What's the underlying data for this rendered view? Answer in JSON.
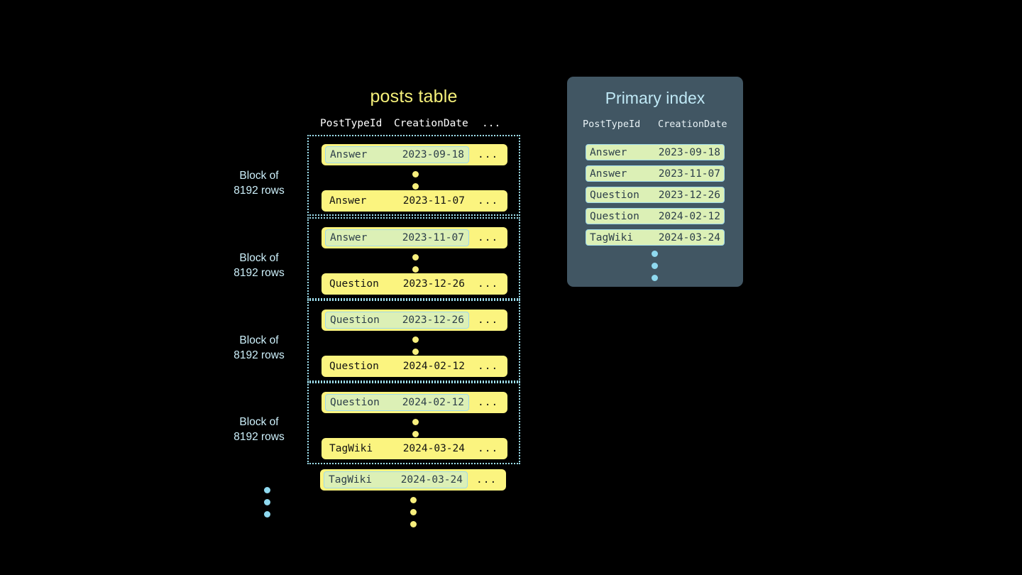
{
  "posts_table": {
    "title": "posts table",
    "columns": [
      "PostTypeId",
      "CreationDate",
      "..."
    ],
    "row_ellipsis": "...",
    "block_label": "Block of\n8192 rows",
    "block_label_line1": "Block of",
    "block_label_line2": "8192 rows",
    "blocks": [
      {
        "label_line1": "Block of",
        "label_line2": "8192 rows",
        "first_row": {
          "post_type": "Answer",
          "creation_date": "2023-09-18",
          "marked": true
        },
        "last_row": {
          "post_type": "Answer",
          "creation_date": "2023-11-07",
          "marked": false
        }
      },
      {
        "label_line1": "Block of",
        "label_line2": "8192 rows",
        "first_row": {
          "post_type": "Answer",
          "creation_date": "2023-11-07",
          "marked": true
        },
        "last_row": {
          "post_type": "Question",
          "creation_date": "2023-12-26",
          "marked": false
        }
      },
      {
        "label_line1": "Block of",
        "label_line2": "8192 rows",
        "first_row": {
          "post_type": "Question",
          "creation_date": "2023-12-26",
          "marked": true
        },
        "last_row": {
          "post_type": "Question",
          "creation_date": "2024-02-12",
          "marked": false
        }
      },
      {
        "label_line1": "Block of",
        "label_line2": "8192 rows",
        "first_row": {
          "post_type": "Question",
          "creation_date": "2024-02-12",
          "marked": true
        },
        "last_row": {
          "post_type": "TagWiki",
          "creation_date": "2024-03-24",
          "marked": false
        }
      }
    ],
    "trailing_row": {
      "post_type": "TagWiki",
      "creation_date": "2024-03-24",
      "marked": true
    }
  },
  "primary_index": {
    "title": "Primary index",
    "columns": [
      "PostTypeId",
      "CreationDate"
    ],
    "rows": [
      {
        "post_type": "Answer",
        "creation_date": "2023-09-18"
      },
      {
        "post_type": "Answer",
        "creation_date": "2023-11-07"
      },
      {
        "post_type": "Question",
        "creation_date": "2023-12-26"
      },
      {
        "post_type": "Question",
        "creation_date": "2024-02-12"
      },
      {
        "post_type": "TagWiki",
        "creation_date": "2024-03-24"
      }
    ]
  },
  "colors": {
    "background": "#000000",
    "row_yellow": "#fbf47f",
    "mark_green": "#dcf0b6",
    "mark_border_cyan": "#9fd9ea",
    "block_border_cyan": "#9fe0ef",
    "label_cyan": "#cdf0fb",
    "title_yellow": "#f5f07a",
    "panel_slate": "#415663",
    "panel_title_cyan": "#bfe8f5",
    "dot_yellow": "#f7ef7d",
    "dot_cyan": "#8fd9ef"
  }
}
